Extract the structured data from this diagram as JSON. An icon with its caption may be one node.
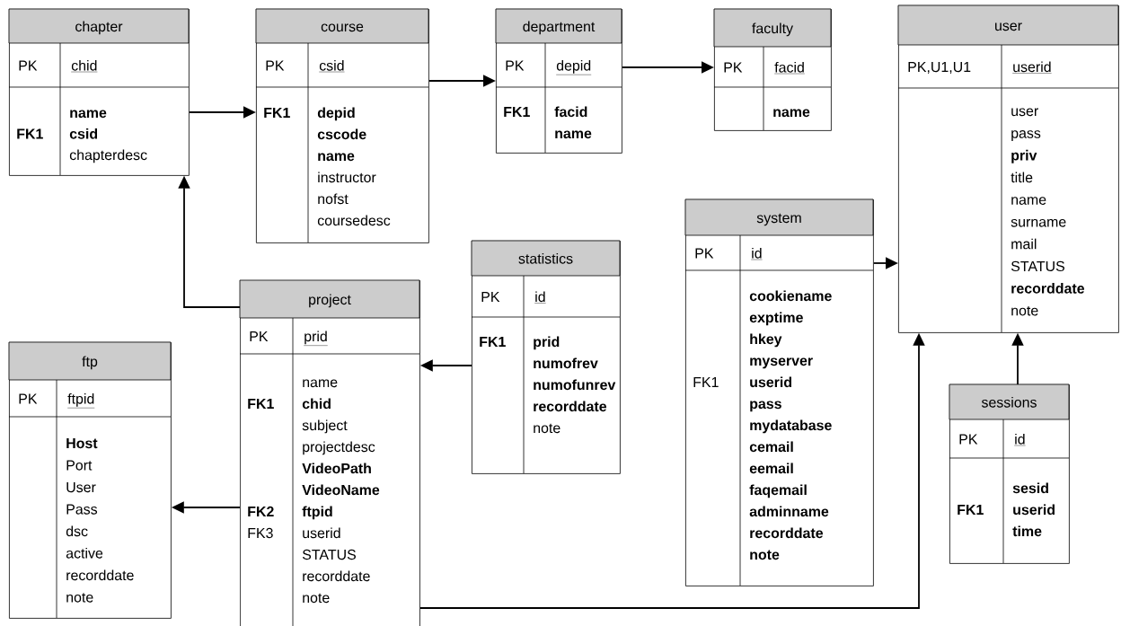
{
  "diagram": {
    "nodes": [
      {
        "text": [
          "chapter",
          "PK",
          "chid",
          "name",
          "FK1",
          "csid",
          "chapterdesc"
        ]
      },
      {
        "text": [
          "course",
          "PK",
          "csid",
          "FK1",
          "depid",
          "cscode",
          "name",
          "instructor",
          "nofst",
          "coursedesc"
        ]
      },
      {
        "text": [
          "department",
          "PK",
          "depid",
          "FK1",
          "facid",
          "name"
        ]
      },
      {
        "text": [
          "faculty",
          "PK",
          "facid",
          "name"
        ]
      },
      {
        "text": [
          "user",
          "PK,U1,U1",
          "userid",
          "user",
          "pass",
          "priv",
          "title",
          "name",
          "surname",
          "mail",
          "STATUS",
          "recorddate",
          "note"
        ]
      },
      {
        "text": [
          "system",
          "PK",
          "id",
          "cookiename",
          "exptime",
          "hkey",
          "myserver",
          "FK1",
          "userid",
          "pass",
          "mydatabase",
          "cemail",
          "eemail",
          "faqemail",
          "adminname",
          "recorddate",
          "note"
        ]
      },
      {
        "text": [
          "statistics",
          "PK",
          "id",
          "FK1",
          "prid",
          "numofrev",
          "numofunrev",
          "recorddate",
          "note"
        ]
      },
      {
        "text": [
          "project",
          "PK",
          "prid",
          "name",
          "FK1",
          "chid",
          "subject",
          "projectdesc",
          "VideoPath",
          "VideoName",
          "FK2",
          "ftpid",
          "FK3",
          "userid",
          "STATUS",
          "recorddate",
          "note"
        ]
      },
      {
        "text": [
          "ftp",
          "PK",
          "ftpid",
          "Host",
          "Port",
          "User",
          "Pass",
          "dsc",
          "active",
          "recorddate",
          "note"
        ]
      },
      {
        "text": [
          "sessions",
          "PK",
          "id",
          "sesid",
          "FK1",
          "userid",
          "time"
        ]
      }
    ],
    "edges": [
      {
        "from": 0,
        "to": 1,
        "arrow": "to"
      },
      {
        "from": 1,
        "to": 2,
        "arrow": "to"
      },
      {
        "from": 2,
        "to": 3,
        "arrow": "to"
      },
      {
        "from": 7,
        "to": 0,
        "arrow": "to"
      },
      {
        "from": 6,
        "to": 7,
        "arrow": "to"
      },
      {
        "from": 7,
        "to": 8,
        "arrow": "to"
      },
      {
        "from": 7,
        "to": 4,
        "arrow": "to"
      },
      {
        "from": 5,
        "to": 4,
        "arrow": "to"
      },
      {
        "from": 9,
        "to": 4,
        "arrow": "to"
      }
    ]
  }
}
